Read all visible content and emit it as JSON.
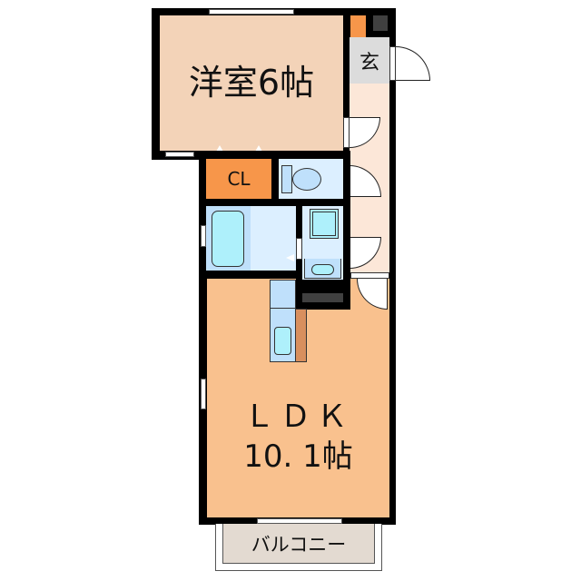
{
  "floor_plan": {
    "rooms": {
      "western_room": {
        "label": "洋室6帖",
        "color": "#f3d3b8"
      },
      "entrance": {
        "label": "玄",
        "color": "#dcdcdc"
      },
      "hallway": {
        "color": "#fce7d8"
      },
      "closet": {
        "label": "CL",
        "color": "#f7964a"
      },
      "toilet": {
        "color": "#dcefff"
      },
      "bath": {
        "color": "#dcefff"
      },
      "washroom": {
        "color": "#dcefff"
      },
      "ldk": {
        "label_line1": "ＬＤＫ",
        "label_line2": "10. 1帖",
        "color": "#f9c18e"
      },
      "balcony": {
        "label": "バルコニー",
        "color": "#e3dad1"
      }
    },
    "fixtures": [
      "toilet",
      "bathtub",
      "wash-basin",
      "washing-machine-space",
      "kitchen-counter",
      "kitchen-sink",
      "refrigerator-space",
      "shoe-box"
    ],
    "colors": {
      "wall": "#000000",
      "fixture_blue": "#bfe0fb",
      "fixture_cyan": "#aef0fb",
      "dark_block": "#404040",
      "counter_brown": "#d88f5e",
      "accent_orange": "#f7964a"
    }
  }
}
